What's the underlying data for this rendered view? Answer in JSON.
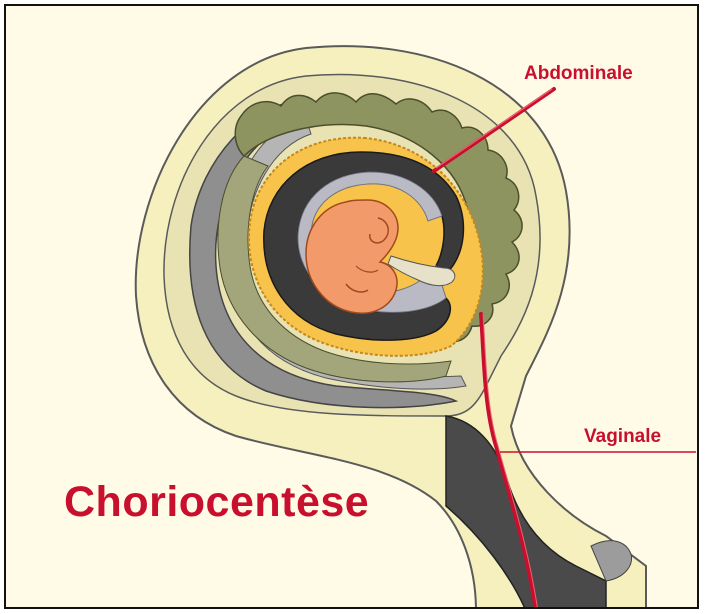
{
  "title": "Choriocentèse",
  "labels": {
    "abdominal": "Abdominale",
    "vaginal": "Vaginale"
  },
  "colors": {
    "background": "#fffbe6",
    "uterus_wall": "#f6f0bf",
    "myometrium": "#a7a596",
    "chorion_villi": "#8e9460",
    "amnion_yellow": "#f7c34a",
    "amniotic_cavity": "#3a3a3a",
    "extraembryonic": "#b9bac4",
    "embryo": "#f39a6a",
    "accent_red": "#c8102e"
  }
}
